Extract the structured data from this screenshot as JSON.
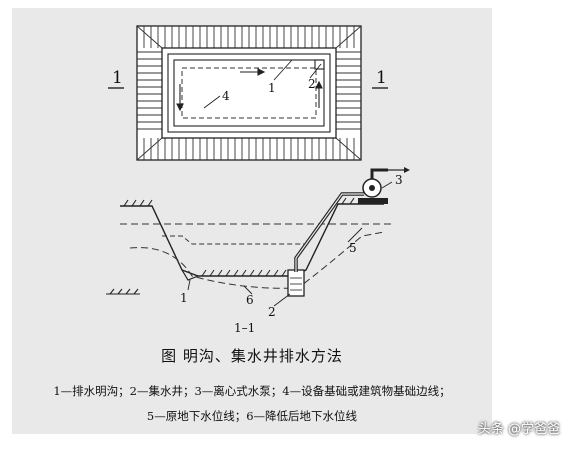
{
  "diagram": {
    "plan_labels": {
      "section_mark_left": "1",
      "section_mark_right": "1",
      "n1": "1",
      "n2": "2",
      "n4": "4"
    },
    "section_labels": {
      "n1": "1",
      "n2": "2",
      "n3": "3",
      "n5": "5",
      "n6": "6",
      "section_title": "1–1"
    },
    "caption": "图   明沟、集水井排水方法",
    "legend_line1": "1—排水明沟；2—集水井；3—离心式水泵；4—设备基础或建筑物基础边线；",
    "legend_line2": "5—原地下水位线；6—降低后地下水位线"
  },
  "watermark": "头条 @学爸爸"
}
